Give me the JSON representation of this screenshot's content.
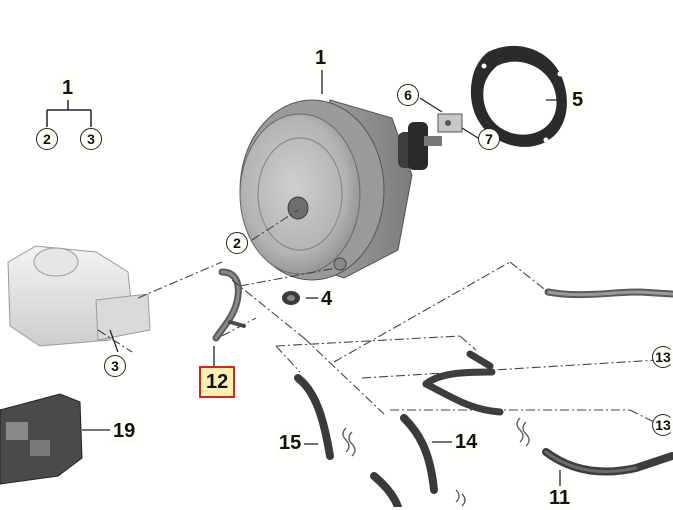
{
  "colors": {
    "highlight_fill": "#fbf1b4",
    "highlight_border": "#d6231f",
    "part_grey": "#b9b9b9",
    "hose_dark": "#4a4a4a"
  },
  "callouts": {
    "tree_top": "1",
    "tree_left": "2",
    "tree_right": "3",
    "booster": "1",
    "part_2": "2",
    "part_3": "3",
    "part_4": "4",
    "part_5": "5",
    "part_6": "6",
    "part_7": "7",
    "part_11": "11",
    "part_12": "12",
    "part_13_upper": "13",
    "part_13_lower": "13",
    "part_14": "14",
    "part_15": "15",
    "part_19": "19"
  },
  "selected_part": "12"
}
